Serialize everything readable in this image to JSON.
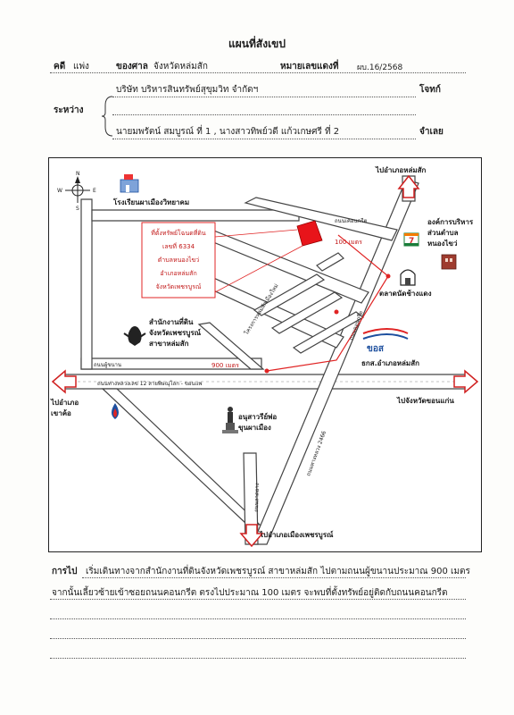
{
  "header": {
    "title": "แผนที่สังเขป",
    "case_label": "คดี",
    "case_type": "แพ่ง",
    "court_label": "ของศาล",
    "court_name": "จังหวัดหล่มสัก",
    "case_no_label": "หมายเลขแดงที่",
    "case_no": "ผบ.16/2568",
    "between_label": "ระหว่าง",
    "plaintiff": "บริษัท บริหารสินทรัพย์สุขุมวิท จำกัดฯ",
    "plaintiff_role": "โจทก์",
    "defendant": "นายมพรัตน์ สมบูรณ์ ที่ 1 , นางสาวทิพย์วดี แก้วเกษศรี ที่ 2",
    "defendant_role": "จำเลย"
  },
  "map": {
    "north_label": "N",
    "south_label": "S",
    "east_label": "E",
    "west_label": "W",
    "school": "โรงเรียนผาเมืองวิทยาคม",
    "to_lomsak": "ไปอำเภอหล่มสัก",
    "org_line1": "องค์การบริหาร",
    "org_line2": "ส่วนตำบล",
    "org_line3": "หนองไขว่",
    "seven_eleven": "7",
    "market": "ตลาดนัดช้างแดง",
    "bank": "ธกส.อำเภอหล่มสัก",
    "bank_logo": "ขอส",
    "land_office_1": "สำนักงานที่ดิน",
    "land_office_2": "จังหวัดเพชรบูรณ์",
    "land_office_3": "สาขาหล่มสัก",
    "callout_1": "ที่ตั้งทรัพย์โฉนดที่ดิน",
    "callout_2": "เลขที่ 6334",
    "callout_3": "ตำบลหนองไขว่",
    "callout_4": "อำเภอหล่มสัก",
    "callout_5": "จังหวัดเพชรบูรณ์",
    "dist_100": "100 เมตร",
    "dist_900": "900 เมตร",
    "road_oncrit": "ถนนเคอนกรีต",
    "road_project": "โครงการหล่มสักเมืองใหม่",
    "road_side": "ถนนคอนกรีต",
    "road_phu": "ถนนผู้ขนาน",
    "highway12": "ถนนทางหลวงเลข 12 สายพิษณุโลก - ขอนแพ",
    "highway2466": "ถนนทางหลวง 2466",
    "road_south": "ถนนลาดยาง",
    "to_khaokho": "ไปอำเภอ",
    "to_khaokho2": "เขาค้อ",
    "to_khonkaen": "ไปจังหวัดขอนแก่น",
    "monument_1": "อนุสาวรีย์พ่อ",
    "monument_2": "ขุนผาเมือง",
    "to_phetchabun": "ไปอำเภอเมืองเพชรบูรณ์"
  },
  "footer": {
    "label": "การไป",
    "line1": "เริ่มเดินทางจากสำนักงานที่ดินจังหวัดเพชรบูรณ์ สาขาหล่มสัก ไปตามถนนผู้ขนานประมาณ 900 เมตร",
    "line2": "จากนั้นเลี้ยวซ้ายเข้าซอยถนนคอนกรีต ตรงไปประมาณ 100 เมตร จะพบที่ตั้งทรัพย์อยู่ติดกับถนนคอนกรีต"
  },
  "colors": {
    "route": "#e02424",
    "arrow": "#d02020",
    "target": "#e8141a",
    "road_fill": "#ffffff",
    "road_line": "#4a4a4a"
  }
}
